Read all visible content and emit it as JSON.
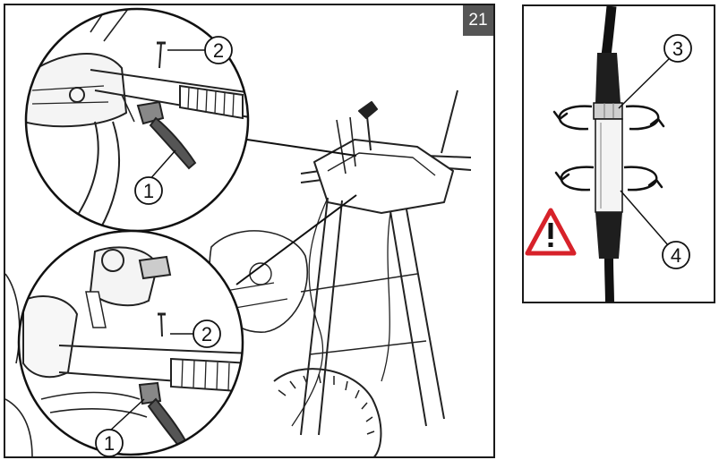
{
  "figure": {
    "number": "21"
  },
  "callouts": {
    "top_lever": "1",
    "top_screw": "2",
    "bottom_lever": "1",
    "bottom_screw": "2",
    "nut": "3",
    "adjuster_sleeve": "4"
  },
  "colors": {
    "warning": "#d7222a",
    "line": "#111111",
    "badge": "#555555"
  },
  "icons": [
    "warning-triangle-icon",
    "rotation-arrow-icon"
  ]
}
